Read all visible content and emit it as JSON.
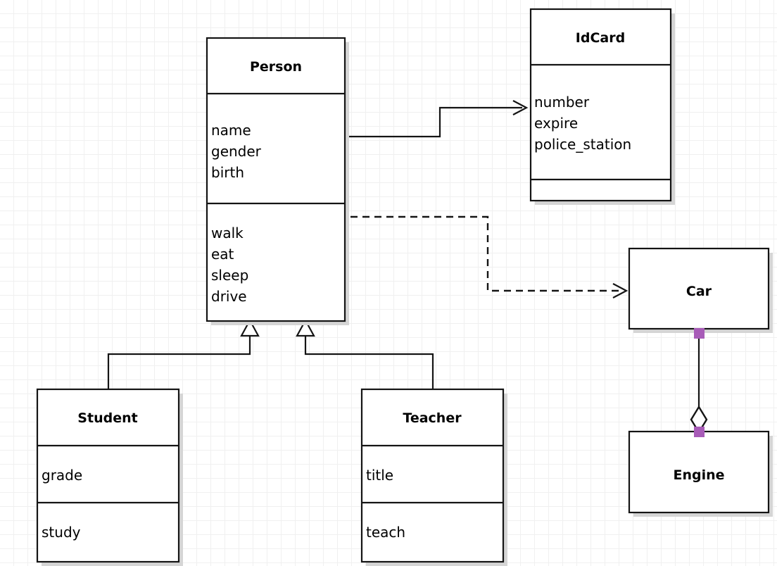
{
  "diagram": {
    "kind": "uml-class-diagram",
    "colors": {
      "background": "#ffffff",
      "grid_line": "#f0f0f0",
      "box_fill": "#ffffff",
      "box_stroke": "#141414",
      "shadow": "#d5d5d5",
      "selection_handle": "#a85cb8"
    },
    "classes": [
      {
        "id": "person",
        "name": "Person",
        "attributes": [
          "name",
          "gender",
          "birth"
        ],
        "methods": [
          "walk",
          "eat",
          "sleep",
          "drive"
        ],
        "compartments": 3
      },
      {
        "id": "idcard",
        "name": "IdCard",
        "attributes": [
          "number",
          "expire",
          "police_station"
        ],
        "methods": [],
        "compartments": 3
      },
      {
        "id": "student",
        "name": "Student",
        "attributes": [
          "grade"
        ],
        "methods": [
          "study"
        ],
        "compartments": 3
      },
      {
        "id": "teacher",
        "name": "Teacher",
        "attributes": [
          "title"
        ],
        "methods": [
          "teach"
        ],
        "compartments": 3
      },
      {
        "id": "car",
        "name": "Car",
        "attributes": [],
        "methods": [],
        "compartments": 1
      },
      {
        "id": "engine",
        "name": "Engine",
        "attributes": [],
        "methods": [],
        "compartments": 1
      }
    ],
    "relationships": [
      {
        "id": "person-idcard",
        "type": "association",
        "from": "person",
        "to": "idcard",
        "line": "solid",
        "head": "open-arrow"
      },
      {
        "id": "person-car",
        "type": "dependency",
        "from": "person",
        "to": "car",
        "line": "dashed",
        "head": "open-arrow"
      },
      {
        "id": "student-person",
        "type": "generalization",
        "from": "student",
        "to": "person",
        "line": "solid",
        "head": "hollow-triangle"
      },
      {
        "id": "teacher-person",
        "type": "generalization",
        "from": "teacher",
        "to": "person",
        "line": "solid",
        "head": "hollow-triangle"
      },
      {
        "id": "car-engine",
        "type": "aggregation",
        "from": "car",
        "to": "engine",
        "line": "solid",
        "head": "hollow-diamond",
        "selected": true
      }
    ]
  }
}
